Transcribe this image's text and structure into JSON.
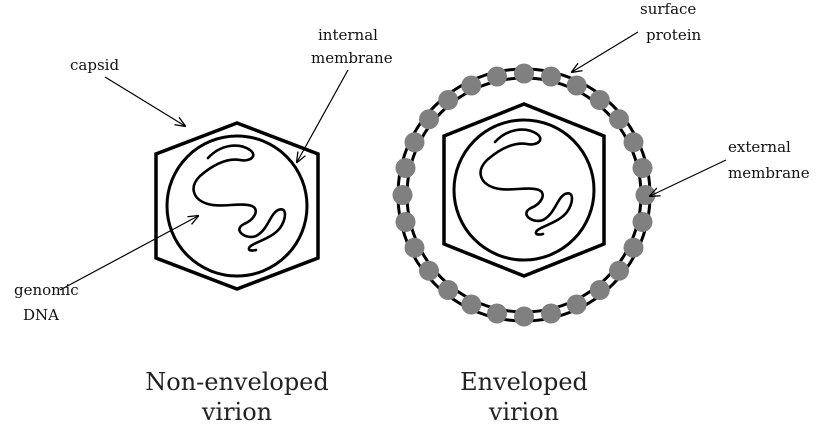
{
  "labels": {
    "capsid": "capsid",
    "internal_membrane_1": "internal",
    "internal_membrane_2": "membrane",
    "genomic_dna_1": "genomic",
    "genomic_dna_2": "DNA",
    "surface_protein_1": "surface",
    "surface_protein_2": "protein",
    "external_membrane_1": "external",
    "external_membrane_2": "membrane"
  },
  "captions": {
    "non_enveloped_1": "Non-enveloped",
    "non_enveloped_2": "virion",
    "enveloped_1": "Enveloped",
    "enveloped_2": "virion"
  },
  "colors": {
    "line": "#000000",
    "surface_protein": "#808080"
  }
}
